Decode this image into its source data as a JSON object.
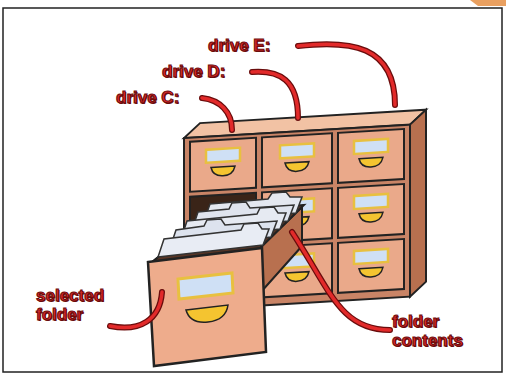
{
  "diagram": {
    "labels": [
      "drive E:",
      "drive D:",
      "drive C:",
      "selected folder",
      "folder contents"
    ]
  }
}
